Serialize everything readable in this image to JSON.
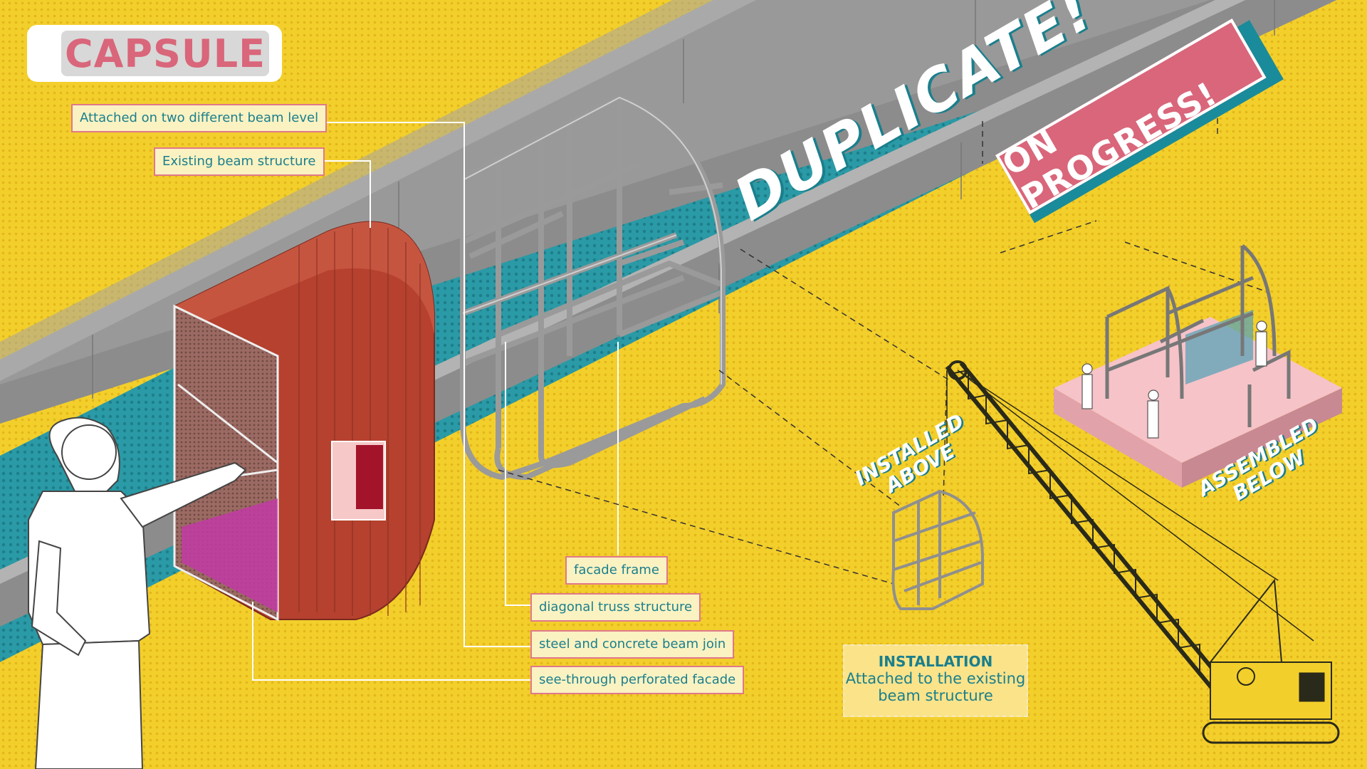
{
  "title": "CAPSULE",
  "headline": "DUPLICATE!",
  "banner": "ON PROGRESS!",
  "stage_labels": {
    "installed_line1": "INSTALLED",
    "installed_line2": "ABOVE",
    "assembled_line1": "ASSEMBLED",
    "assembled_line2": "BELOW"
  },
  "callouts": {
    "attached": "Attached on two different beam level",
    "existing": "Existing beam structure",
    "facade_frame": "facade frame",
    "diagonal": "diagonal truss structure",
    "steel_concrete": "steel and concrete beam join",
    "see_through": "see-through perforated facade"
  },
  "installation_note": {
    "heading": "INSTALLATION",
    "line1": "Attached to the existing",
    "line2": "beam structure"
  },
  "colors": {
    "background": "#f3cf2b",
    "teal": "#1a8b9a",
    "pink": "#d9667a",
    "capsule_red": "#b5412e",
    "beam_gray": "#8a8a8a",
    "platform_pink": "#f7c6c6"
  }
}
